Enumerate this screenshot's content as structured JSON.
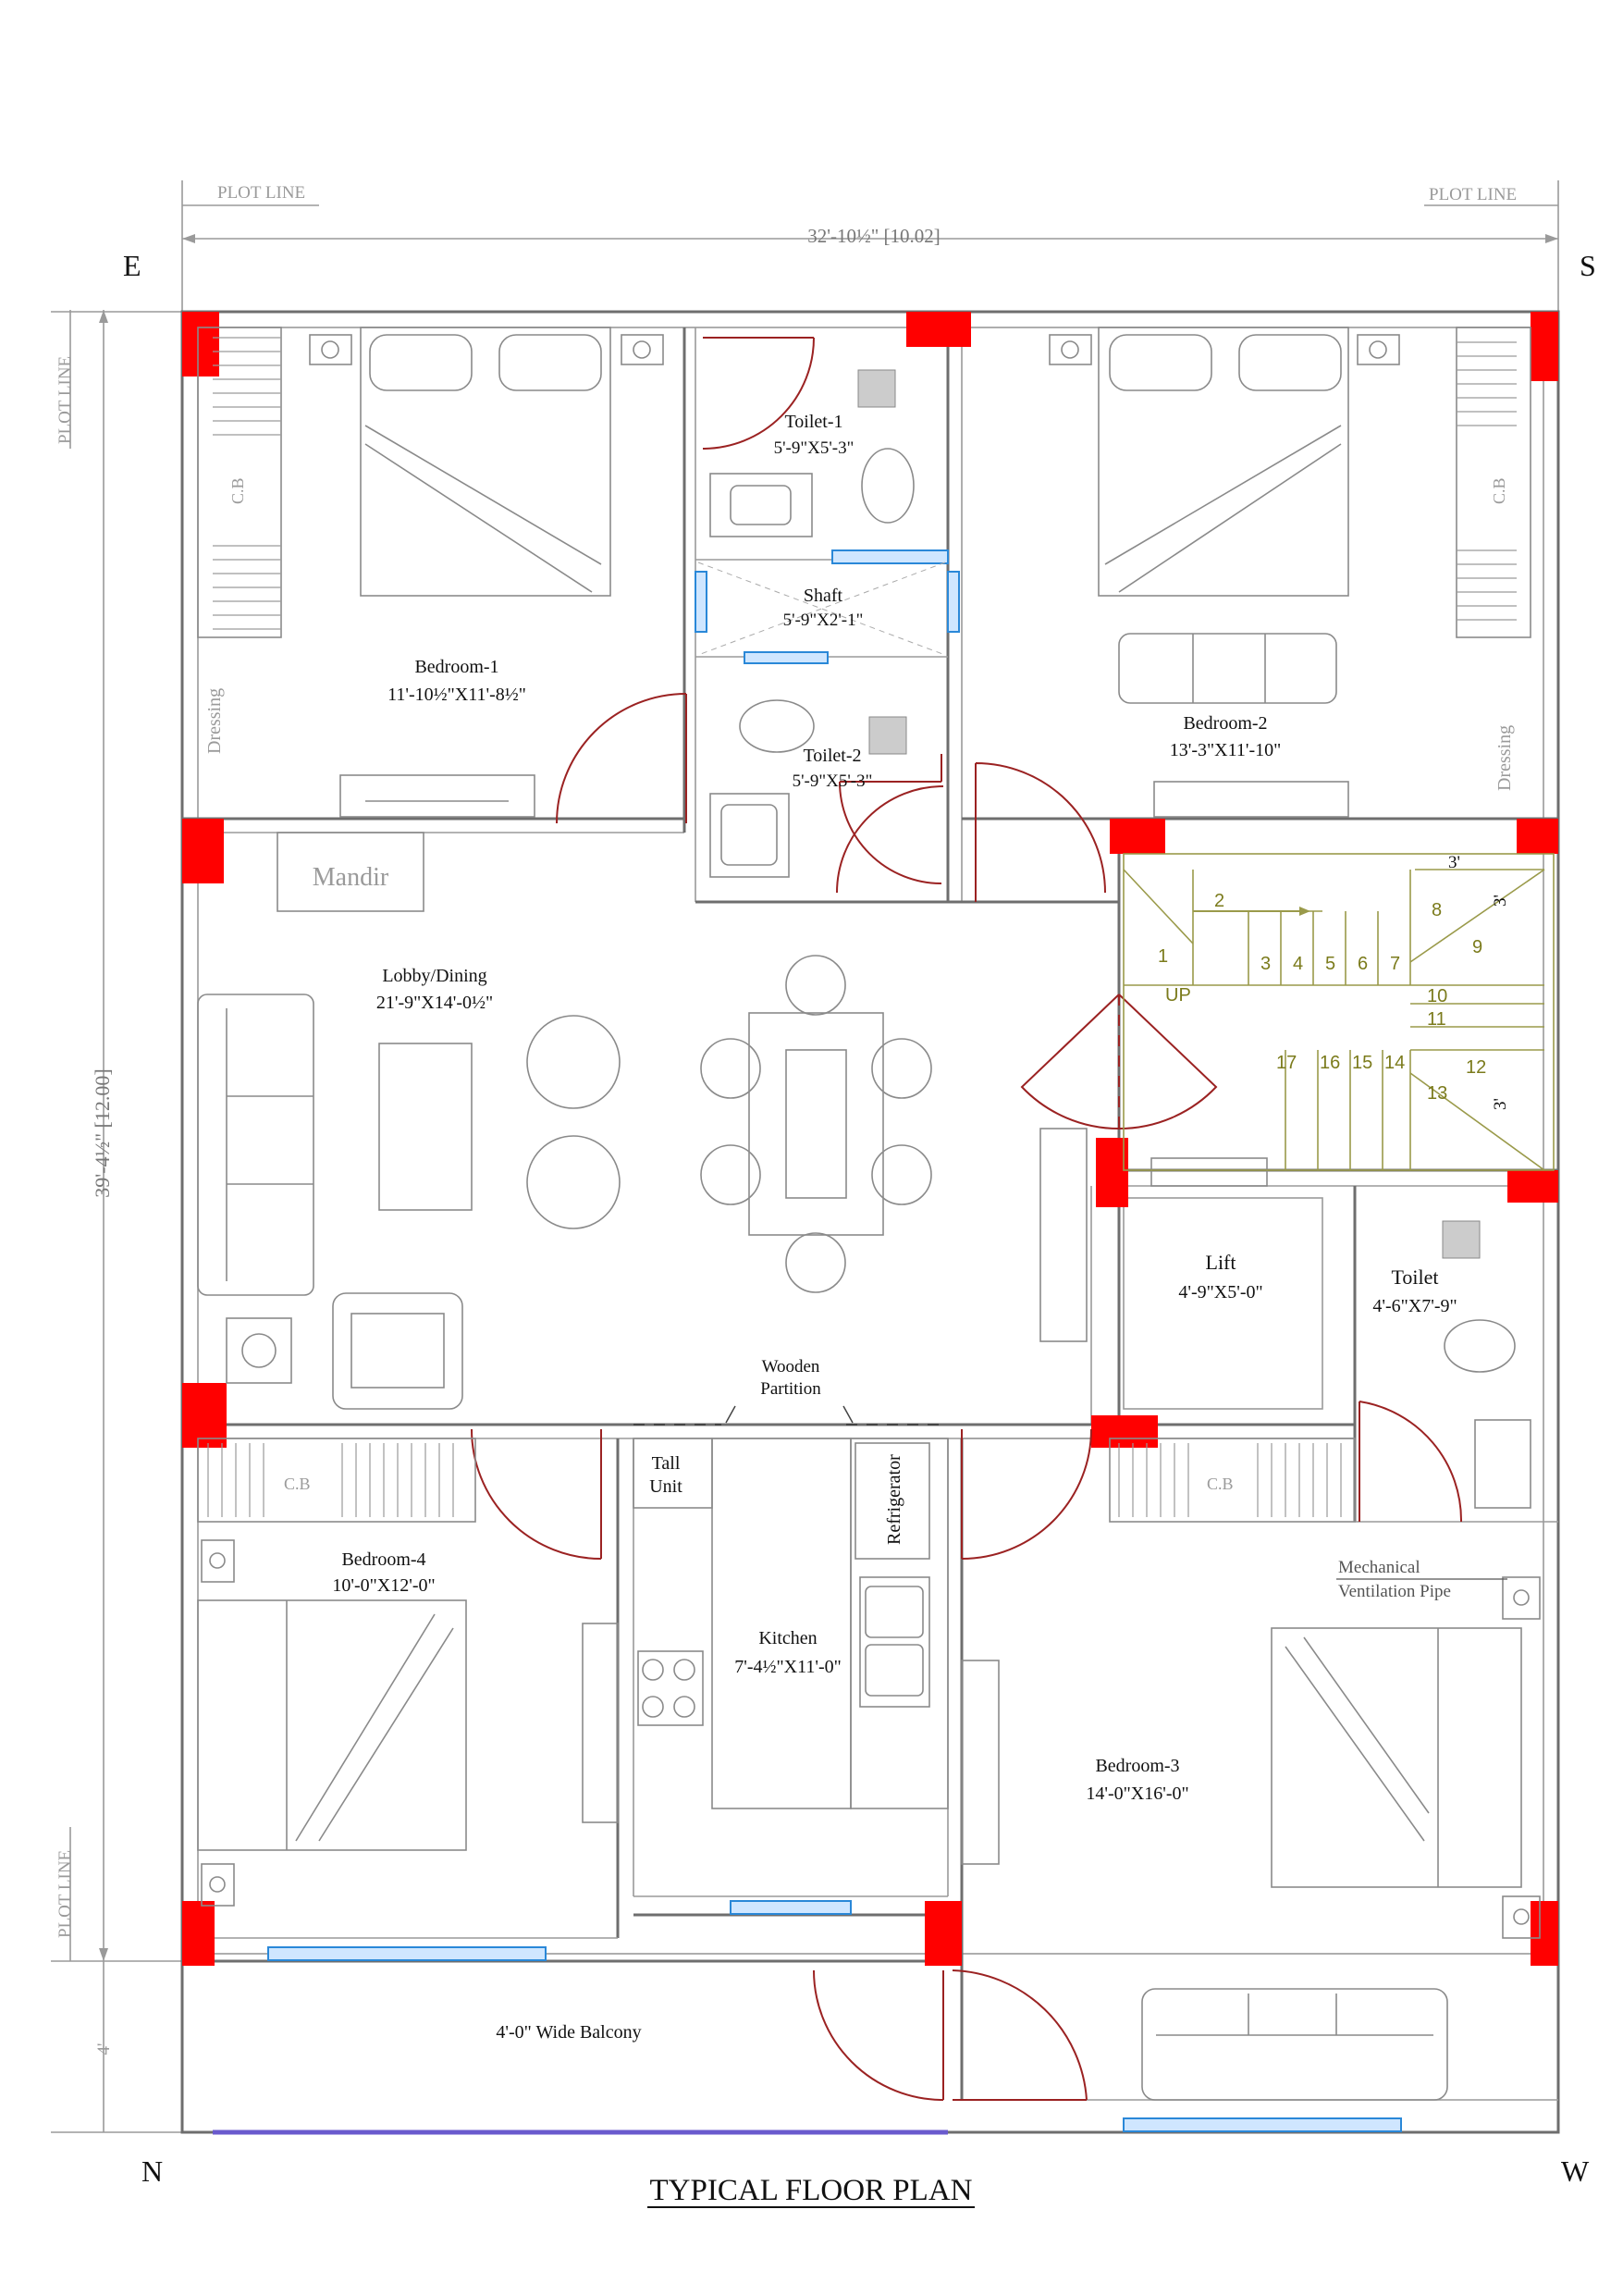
{
  "title": "TYPICAL FLOOR PLAN",
  "compass": {
    "top_left": "E",
    "top_right": "S",
    "bottom_left": "N",
    "bottom_right": "W"
  },
  "plot_line": "PLOT LINE",
  "dimensions": {
    "width": "32'-10½\" [10.02]",
    "depth": "39'-4½\" [12.00]",
    "balcony_depth": "4'",
    "stair_flight_top": "3'",
    "stair_right_top": "3'",
    "stair_right_bottom": "3'"
  },
  "rooms": {
    "bedroom1": {
      "name": "Bedroom-1",
      "size": "11'-10½\"X11'-8½\""
    },
    "toilet1": {
      "name": "Toilet-1",
      "size": "5'-9\"X5'-3\""
    },
    "shaft": {
      "name": "Shaft",
      "size": "5'-9\"X2'-1\""
    },
    "toilet2": {
      "name": "Toilet-2",
      "size": "5'-9\"X5'-3\""
    },
    "bedroom2": {
      "name": "Bedroom-2",
      "size": "13'-3\"X11'-10\""
    },
    "lobby": {
      "name": "Lobby/Dining",
      "size": "21'-9\"X14'-0½\""
    },
    "lift": {
      "name": "Lift",
      "size": "4'-9\"X5'-0\""
    },
    "toilet": {
      "name": "Toilet",
      "size": "4'-6\"X7'-9\""
    },
    "bedroom4": {
      "name": "Bedroom-4",
      "size": "10'-0\"X12'-0\""
    },
    "kitchen": {
      "name": "Kitchen",
      "size": "7'-4½\"X11'-0\""
    },
    "bedroom3": {
      "name": "Bedroom-3",
      "size": "14'-0\"X16'-0\""
    },
    "balcony": {
      "name": "4'-0\" Wide Balcony"
    }
  },
  "labels": {
    "cb": "C.B",
    "dressing": "Dressing",
    "mandir": "Mandir",
    "wooden_partition_1": "Wooden",
    "wooden_partition_2": "Partition",
    "tall_unit_1": "Tall",
    "tall_unit_2": "Unit",
    "refrigerator": "Refrigerator",
    "mech_vent_1": "Mechanical",
    "mech_vent_2": "Ventilation Pipe",
    "up": "UP"
  },
  "stair_numbers": [
    "1",
    "2",
    "3",
    "4",
    "5",
    "6",
    "7",
    "8",
    "9",
    "10",
    "11",
    "12",
    "13",
    "14",
    "15",
    "16",
    "17"
  ],
  "colors": {
    "column": "#ff0000",
    "door": "#9b2222",
    "window": "#2a88d8",
    "stair": "#9a9a4a"
  }
}
